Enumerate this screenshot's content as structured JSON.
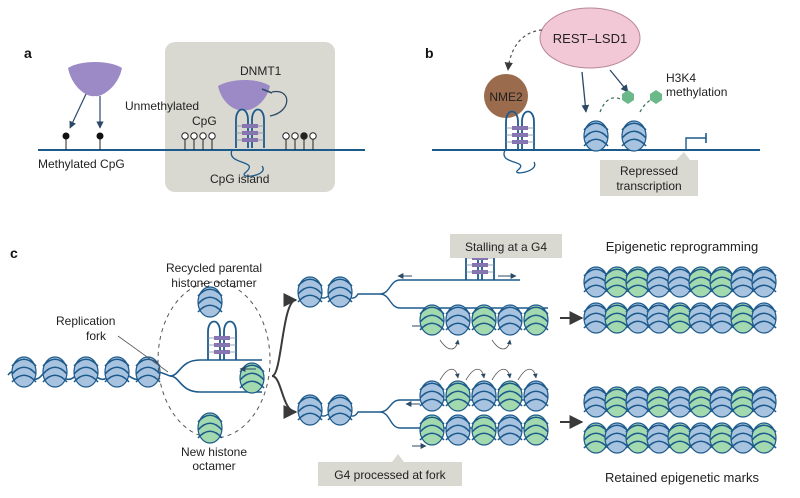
{
  "panels": {
    "a": {
      "letter": "a",
      "methylated_cpg": "Methylated CpG",
      "dnmt1": "DNMT1",
      "unmethylated_line1": "Unmethylated",
      "unmethylated_line2": "CpG",
      "cpg_island": "CpG island"
    },
    "b": {
      "letter": "b",
      "rest_lsd1": "REST–LSD1",
      "nme2": "NME2",
      "h3k4_line1": "H3K4",
      "h3k4_line2": "methylation",
      "repressed_line1": "Repressed",
      "repressed_line2": "transcription"
    },
    "c": {
      "letter": "c",
      "recycled_line1": "Recycled parental",
      "recycled_line2": "histone octamer",
      "replication_line1": "Replication",
      "replication_line2": "fork",
      "new_line1": "New histone",
      "new_line2": "octamer",
      "stalling": "Stalling at a G4",
      "processed": "G4 processed at fork",
      "reprogramming": "Epigenetic reprogramming",
      "retained": "Retained epigenetic marks"
    }
  },
  "colors": {
    "dna": "#1d5a8c",
    "protein_purple": "#9b8ac6",
    "nme2_brown": "#9a6b4c",
    "rest_pink": "#f2c7d6",
    "histone_green": "#8fcf9b",
    "histone_blue": "#9bb8d8",
    "box_grey": "#d9d9d2",
    "mark_green": "#6bb98a"
  }
}
